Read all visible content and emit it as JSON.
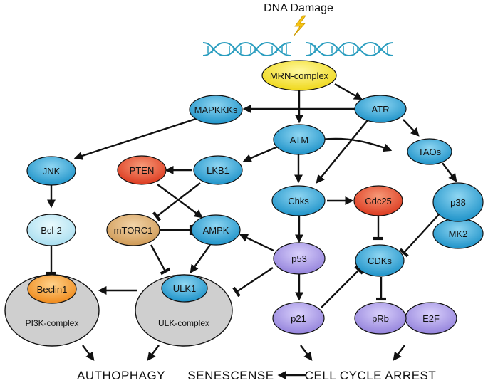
{
  "title": "DNA Damage",
  "colors": {
    "blue": "#2ea6d8",
    "yellow": "#f3e22a",
    "red": "#e3482c",
    "tan": "#d7a86a",
    "purple": "#9f8fe0",
    "orange": "#f49b2c",
    "light_blue": "#b5e6ef",
    "gray": "#cfcfcf",
    "dna": "#2a9dbf",
    "bolt": "#f5c313"
  },
  "nodes": {
    "mrn": "MRN-complex",
    "mapkkks": "MAPKKKs",
    "atr": "ATR",
    "atm": "ATM",
    "taos": "TAOs",
    "jnk": "JNK",
    "pten": "PTEN",
    "lkb1": "LKB1",
    "chks": "Chks",
    "cdc25": "Cdc25",
    "p38": "p38",
    "mk2": "MK2",
    "bcl2": "Bcl-2",
    "mtorc1": "mTORC1",
    "ampk": "AMPK",
    "p53": "p53",
    "cdks": "CDKs",
    "beclin1": "Beclin1",
    "ulk1": "ULK1",
    "pi3k_complex": "PI3K-complex",
    "ulk_complex": "ULK-complex",
    "p21": "p21",
    "prb": "pRb",
    "e2f": "E2F"
  },
  "outcomes": {
    "authophagy": "AUTHOPHAGY",
    "senescense": "SENESCENSE",
    "cell_cycle_arrest": "CELL CYCLE ARREST"
  }
}
